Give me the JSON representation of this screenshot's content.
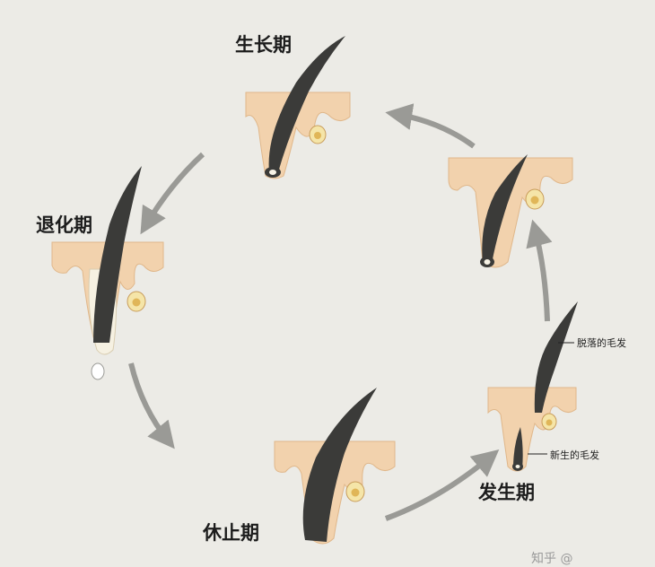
{
  "diagram": {
    "stages": {
      "anagen": "生长期",
      "catagen": "退化期",
      "telogen": "休止期",
      "early_anagen": "发生期"
    },
    "annotations": {
      "shedding_hair": "脱落的毛发",
      "new_hair": "新生的毛发"
    },
    "watermark": "知乎 @"
  },
  "colors": {
    "background": "#ecebe6",
    "skin": "#f2d2ad",
    "skin_edge": "#e0b78a",
    "hair": "#3b3b39",
    "arrow": "#9a9a96",
    "gland": "#e0b658"
  }
}
